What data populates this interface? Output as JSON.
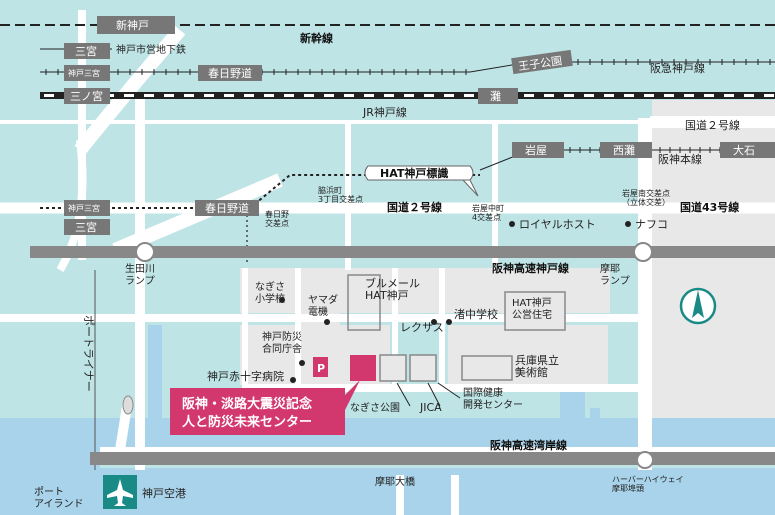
{
  "map": {
    "rail_lines": {
      "shinkansen": "新幹線",
      "jr_kobe": "JR神戸線",
      "hankyu_kobe": "阪急神戸線",
      "hanshin_main": "阪神本線",
      "subway": "神戸市営地下鉄",
      "port_liner": "ポートライナー"
    },
    "stations": {
      "shin_kobe": "新神戸",
      "sannomiya_subway": "三宮",
      "kobe_sannomiya_hankyu": "神戸三宮",
      "kasugano_michi_hankyu": "春日野道",
      "oji_koen": "王子公園",
      "sannomiya_jr": "三ノ宮",
      "nada": "灘",
      "iwaya": "岩屋",
      "nishinada": "西灘",
      "oishi": "大石",
      "kobe_sannomiya_hanshin": "神戸三宮",
      "kasugano_michi_hanshin": "春日野道",
      "sannomiya_portliner": "三宮"
    },
    "roads": {
      "route2_top": "国道２号線",
      "route2": "国道２号線",
      "route43": "国道43号線",
      "hanshin_expressway_kobe": "阪神高速神戸線",
      "hanshin_expressway_wangan": "阪神高速湾岸線",
      "maya_ohashi": "摩耶大橋"
    },
    "ramps": {
      "ikutagawa": "生田川\nランプ",
      "maya": "摩耶\nランプ"
    },
    "crossings": {
      "nagisa_dori_shrine": "脇浜町\n3丁目交差点",
      "iwaya_nakamachi": "岩屋中町\n4交差点",
      "iwaya_south": "岩屋南交差点\n（立体交差）",
      "kasugano": "春日野\n交差点"
    },
    "landmarks": {
      "hat_sign": "HAT神戸標識",
      "royal_host": "ロイヤルホスト",
      "nafco": "ナフコ",
      "nagisa_school": "なぎさ\n小学校",
      "yamada": "ヤマダ\n電機",
      "brumel": "ブルメール\nHAT神戸",
      "lexus": "レクサス",
      "nagisa_junior": "渚中学校",
      "hat_housing": "HAT神戸\n公営住宅",
      "bousai_building": "神戸防災\n合同庁舎",
      "red_cross_hospital": "神戸赤十字病院",
      "parking": "P",
      "nagisa_park": "なぎさ公園",
      "jica": "JICA",
      "art_museum": "兵庫県立\n美術館",
      "health_center": "国際健康\n開発センター",
      "callout": "阪神・淡路大震災記念\n人と防災未来センター",
      "harbor_highway": "ハーバーハイウェイ\n摩耶埠頭",
      "port_island": "ポート\nアイランド",
      "kobe_airport": "神戸空港"
    },
    "colors": {
      "background": "#bfe4e6",
      "land": "#e6e6e6",
      "water": "#a8d2ea",
      "station_box": "#777777",
      "accent": "#d2386e",
      "compass": "#1a8a86"
    },
    "icons": [
      "airplane-icon",
      "compass-icon",
      "parking-icon"
    ]
  }
}
